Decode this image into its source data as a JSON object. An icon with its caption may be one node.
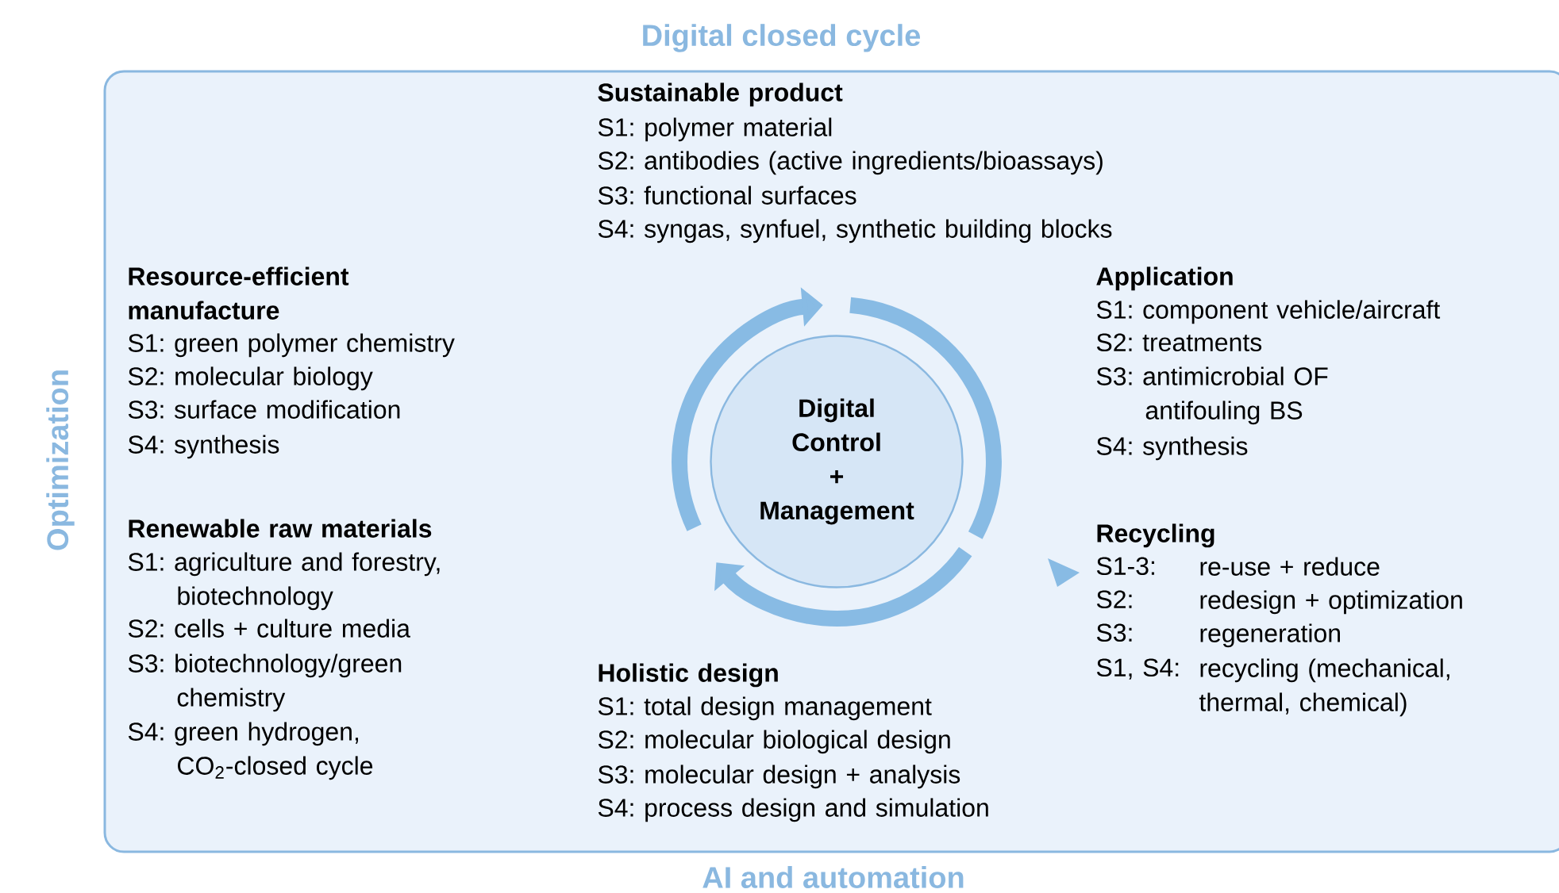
{
  "diagram": {
    "nodes": [
      {
        "text": [
          "Digital closed cycle",
          "Optimization",
          "AI and automation"
        ]
      },
      {
        "text": [
          "Digital Control + Management"
        ],
        "in": 0
      }
    ],
    "labels": [
      "Sustainable product",
      "S1: polymer material",
      "S2: antibodies (active ingredients/bioassays)",
      "S3: functional surfaces",
      "S4: syngas, synfuel, synthetic building blocks",
      "Resource-efficient manufacture",
      "S1: green polymer chemistry",
      "S2: molecular biology",
      "S3: surface modification",
      "S4: synthesis",
      "Application",
      "S1: component vehicle/aircraft",
      "S2: treatments",
      "S3: antimicrobial OF antifouling BS",
      "S4: synthesis",
      "Renewable raw materials",
      "S1: agriculture and forestry, biotechnology",
      "S2: cells + culture media",
      "S3: biotechnology/green chemistry",
      "S4: green hydrogen, CO$_{2}$-closed cycle",
      "Recycling",
      "S1-3:",
      "re-use + reduce",
      "S2:",
      "redesign + optimization",
      "S3:",
      "regeneration",
      "S1, S4:",
      "recycling (mechanical, thermal, chemical)",
      "Holistic design",
      "S1: total design management",
      "S2: molecular biological design",
      "S3: molecular design + analysis",
      "S4: process design and simulation"
    ]
  }
}
